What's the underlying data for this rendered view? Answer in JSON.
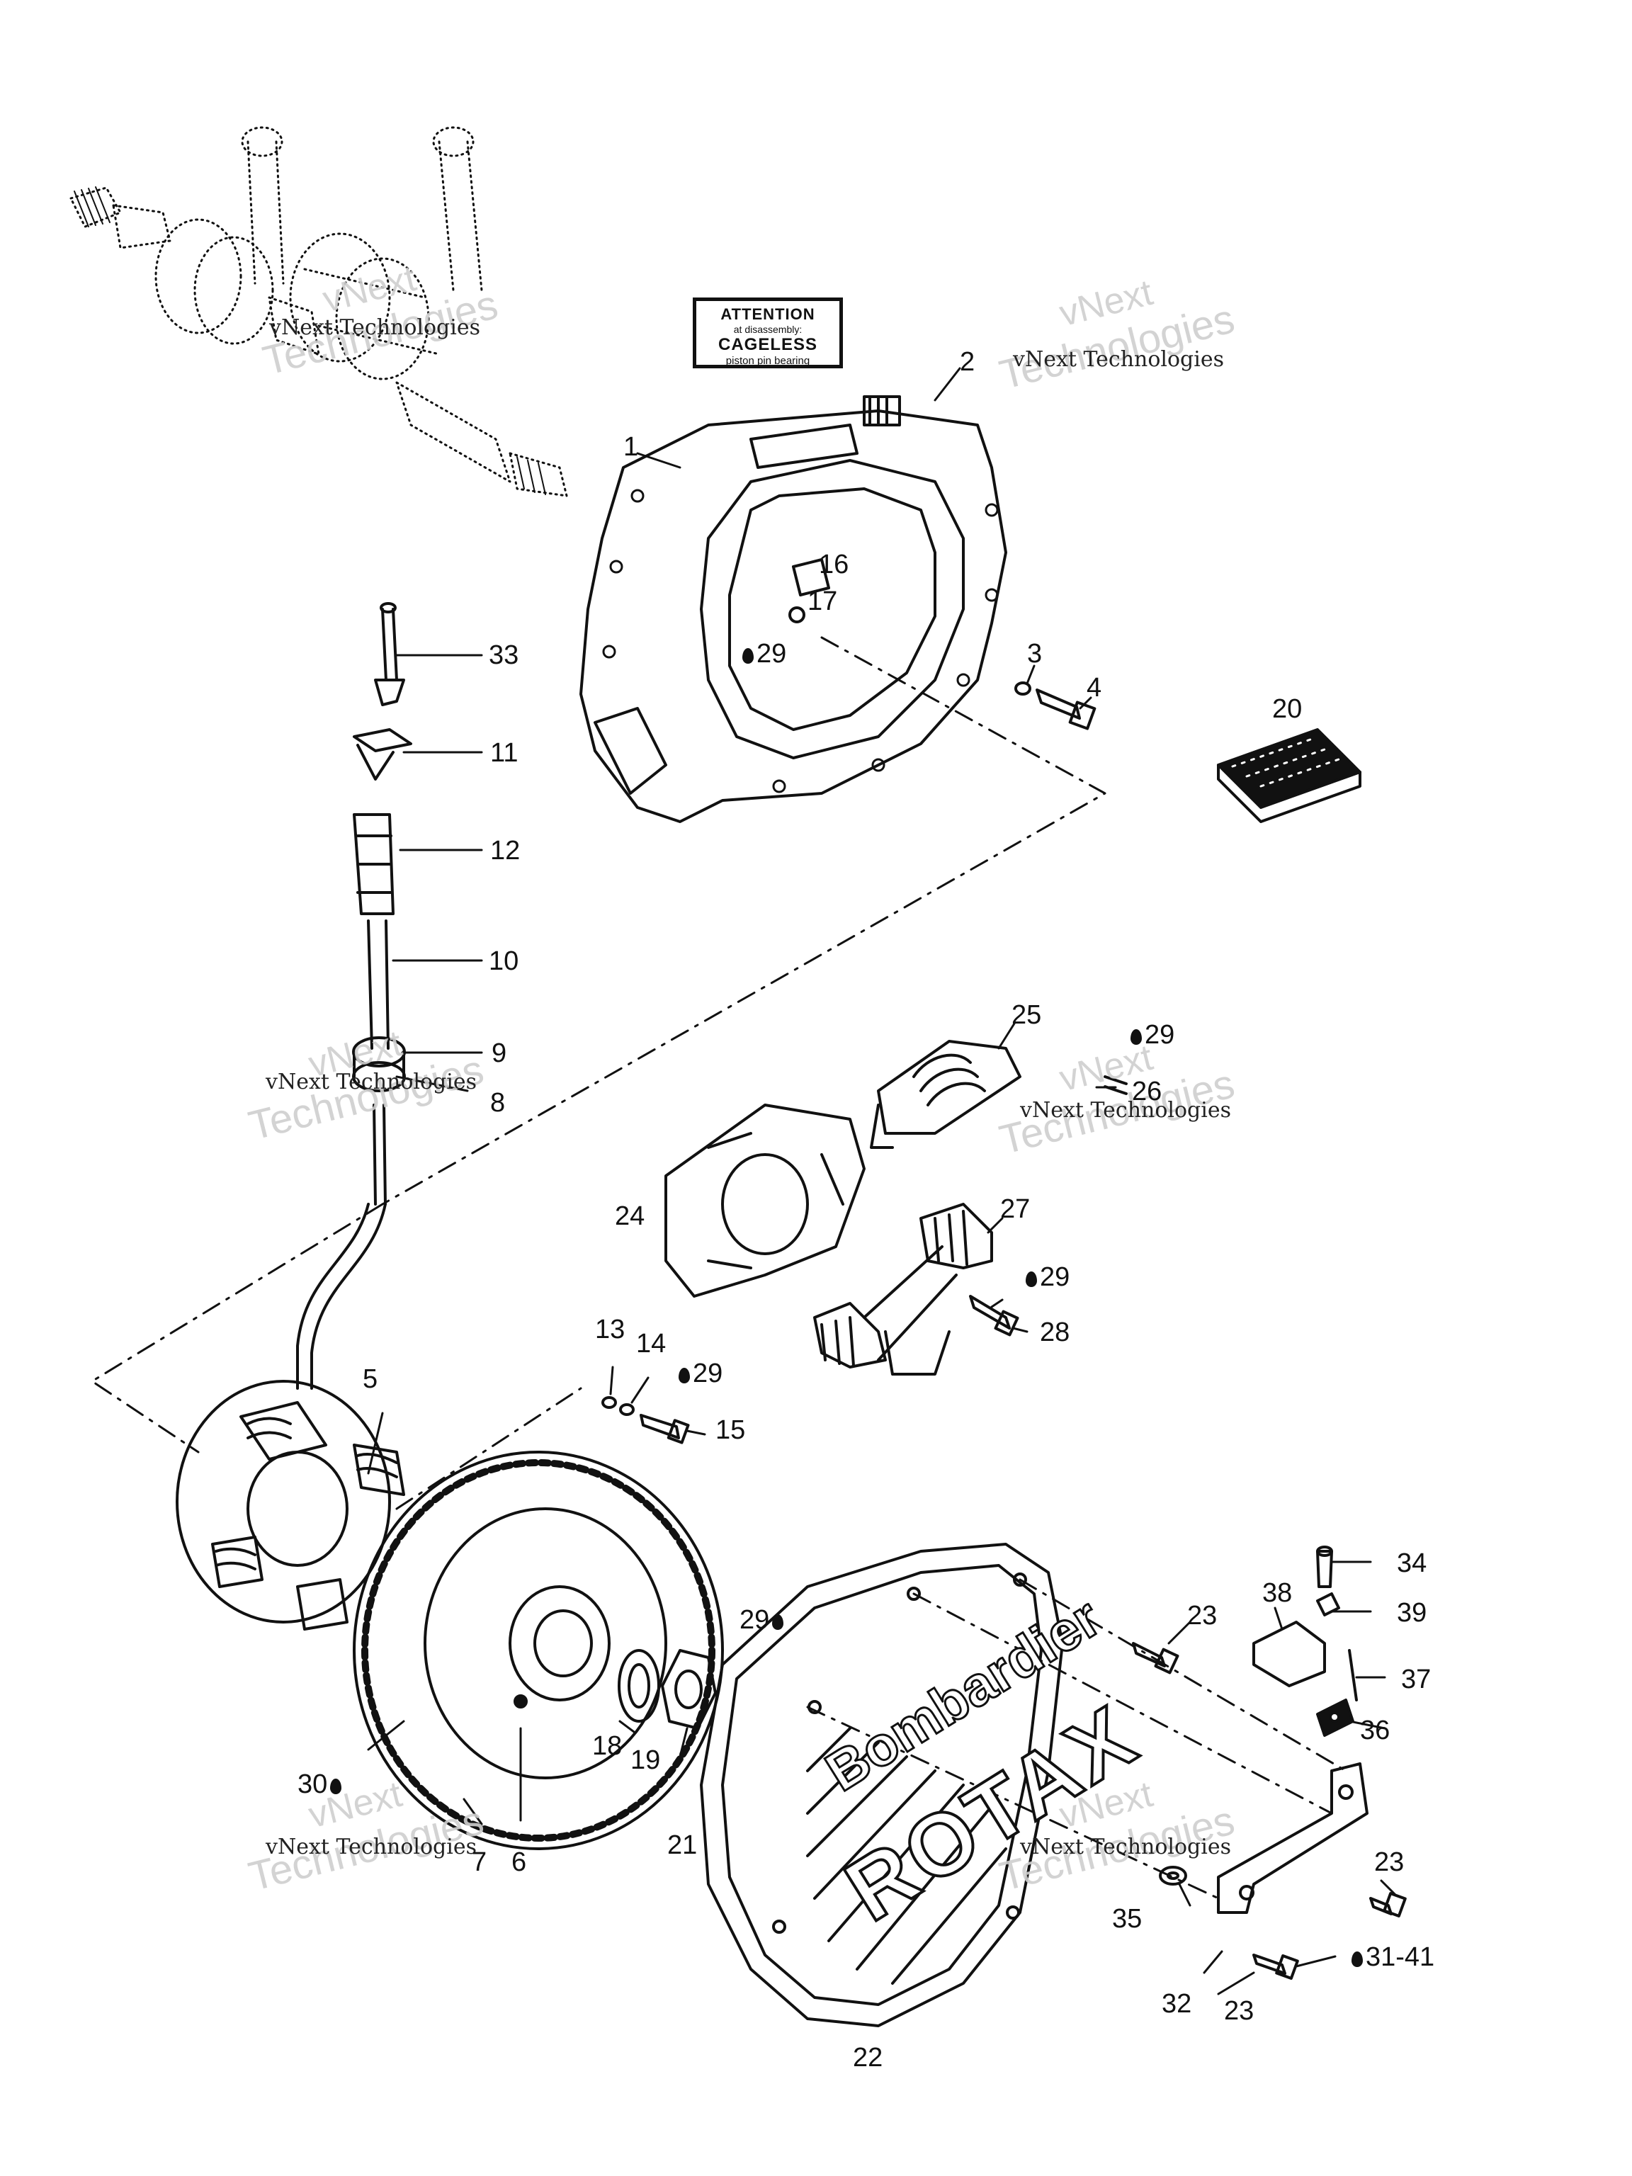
{
  "attention_label": {
    "line1": "ATTENTION",
    "line2": "at disassembly:",
    "line3": "CAGELESS",
    "line4": "piston pin bearing"
  },
  "watermark": {
    "line1": "vNext",
    "line2": "Technologies",
    "small": "vNext Technologies"
  },
  "engraving": {
    "line1": "Bombardier",
    "line2": "ROTAX"
  },
  "callouts": [
    {
      "id": "c1",
      "text": "1"
    },
    {
      "id": "c2",
      "text": "2"
    },
    {
      "id": "c3",
      "text": "3"
    },
    {
      "id": "c4",
      "text": "4"
    },
    {
      "id": "c5",
      "text": "5"
    },
    {
      "id": "c6",
      "text": "6"
    },
    {
      "id": "c7",
      "text": "7"
    },
    {
      "id": "c8",
      "text": "8"
    },
    {
      "id": "c9",
      "text": "9"
    },
    {
      "id": "c10",
      "text": "10"
    },
    {
      "id": "c11",
      "text": "11"
    },
    {
      "id": "c12",
      "text": "12"
    },
    {
      "id": "c13",
      "text": "13"
    },
    {
      "id": "c14",
      "text": "14"
    },
    {
      "id": "c15",
      "text": "15"
    },
    {
      "id": "c16",
      "text": "16"
    },
    {
      "id": "c17",
      "text": "17"
    },
    {
      "id": "c18",
      "text": "18"
    },
    {
      "id": "c19",
      "text": "19"
    },
    {
      "id": "c20",
      "text": "20"
    },
    {
      "id": "c21",
      "text": "21"
    },
    {
      "id": "c22",
      "text": "22"
    },
    {
      "id": "c23a",
      "text": "23"
    },
    {
      "id": "c23b",
      "text": "23"
    },
    {
      "id": "c23c",
      "text": "23"
    },
    {
      "id": "c24",
      "text": "24"
    },
    {
      "id": "c25",
      "text": "25"
    },
    {
      "id": "c26",
      "text": "26"
    },
    {
      "id": "c27",
      "text": "27"
    },
    {
      "id": "c28",
      "text": "28"
    },
    {
      "id": "c29a",
      "text": "29"
    },
    {
      "id": "c29b",
      "text": "29"
    },
    {
      "id": "c29c",
      "text": "29"
    },
    {
      "id": "c29d",
      "text": "29"
    },
    {
      "id": "c29e",
      "text": "29"
    },
    {
      "id": "c30",
      "text": "30"
    },
    {
      "id": "c31",
      "text": "31-41"
    },
    {
      "id": "c32",
      "text": "32"
    },
    {
      "id": "c33",
      "text": "33"
    },
    {
      "id": "c34",
      "text": "34"
    },
    {
      "id": "c35",
      "text": "35"
    },
    {
      "id": "c36",
      "text": "36"
    },
    {
      "id": "c37",
      "text": "37"
    },
    {
      "id": "c38",
      "text": "38"
    },
    {
      "id": "c39",
      "text": "39"
    }
  ]
}
